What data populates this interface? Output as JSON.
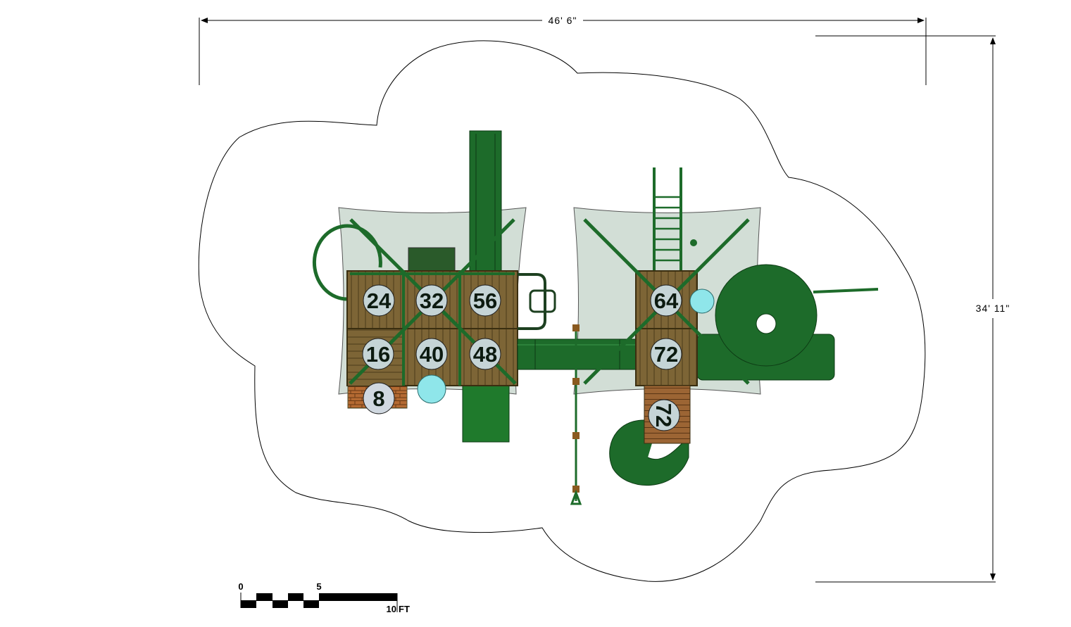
{
  "dimensions": {
    "width_label": "46' 6\"",
    "depth_label": "34' 11\""
  },
  "deck_heights": {
    "d24": "24",
    "d32": "32",
    "d56": "56",
    "d16": "16",
    "d40": "40",
    "d48": "48",
    "d8": "8",
    "d64": "64",
    "d72": "72",
    "d72_ramp": "72"
  },
  "scale_bar": {
    "zero": "0",
    "mid": "5",
    "end": "10",
    "unit": "FT"
  },
  "colors": {
    "structure_green": "#1d6b2a",
    "deck_brown": "#7d6536",
    "shade_fill": "#c7d6cc",
    "badge_fill": "#c5d4d6"
  }
}
